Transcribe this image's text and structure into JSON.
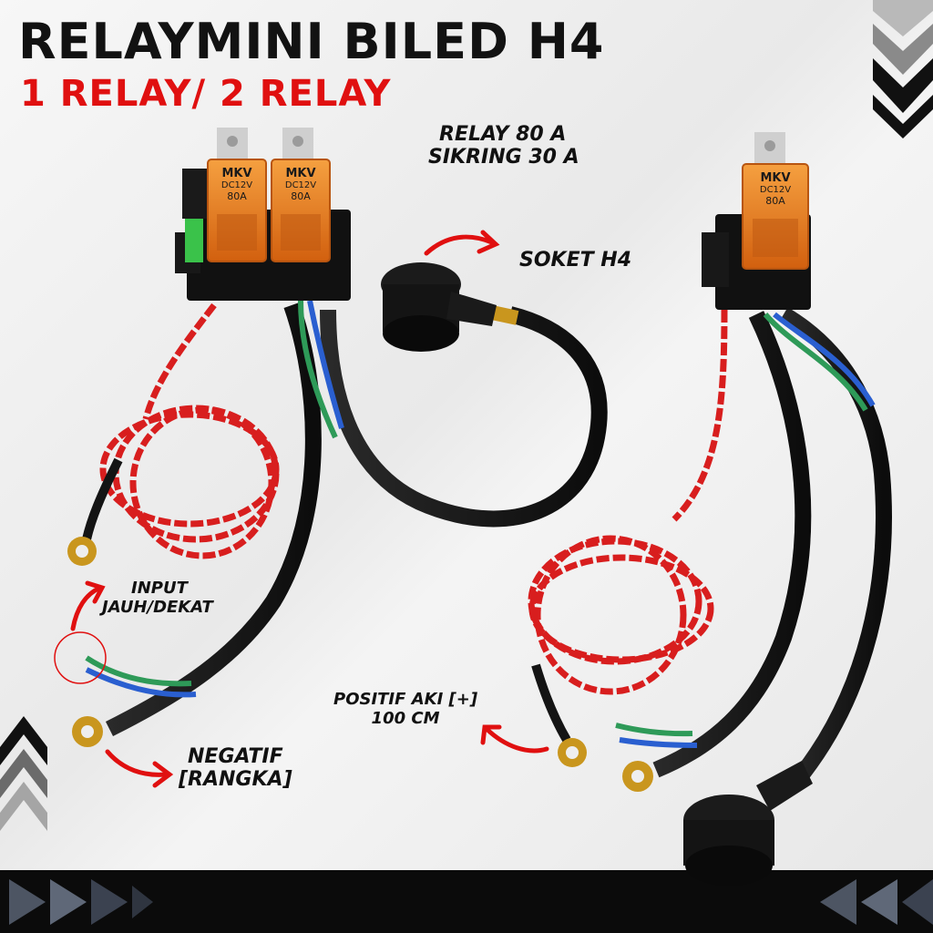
{
  "header": {
    "title": "RELAYMINI BILED H4",
    "subtitle": "1 RELAY/ 2 RELAY"
  },
  "labels": {
    "relay_spec": "RELAY 80 A",
    "fuse_spec": "SIKRING 30 A",
    "socket": "SOKET H4",
    "input_line1": "INPUT",
    "input_line2": "JAUH/DEKAT",
    "negative_line1": "NEGATIF",
    "negative_line2": "[RANGKA]",
    "positive_line1": "POSITIF AKI [+]",
    "positive_line2": "100 CM"
  },
  "relay_markings": {
    "brand": "MKV",
    "voltage": "DC12V",
    "rating": "80A"
  },
  "colors": {
    "title": "#121212",
    "accent_red": "#e01010",
    "relay_orange": "#e8701a",
    "cable_black": "#141414",
    "wire_red": "#d81e1e",
    "wire_blue": "#2a5fd0",
    "wire_green": "#2e9a58",
    "terminal_gold": "#c9961e",
    "fuse_green": "#3ac24a",
    "bottom_bar": "#0b0b0b"
  }
}
